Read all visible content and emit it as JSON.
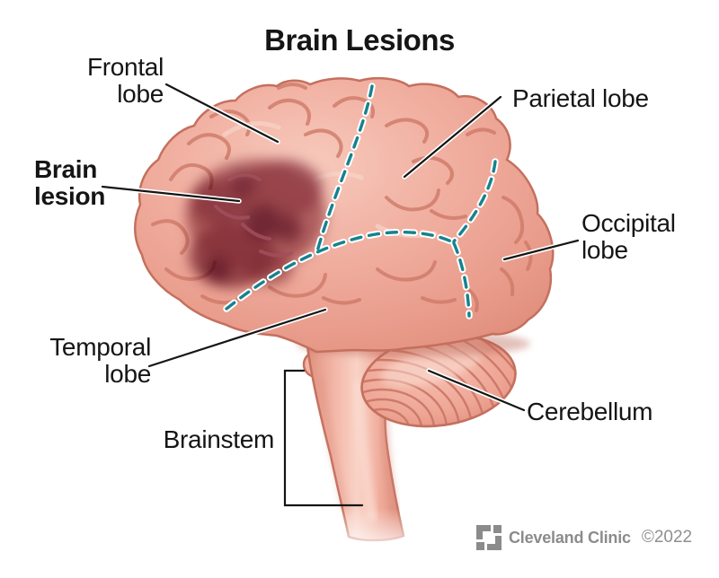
{
  "title": "Brain Lesions",
  "labels": {
    "frontal_lobe": "Frontal\nlobe",
    "brain_lesion": "Brain\nlesion",
    "parietal_lobe": "Parietal lobe",
    "occipital_lobe": "Occipital\nlobe",
    "temporal_lobe": "Temporal\nlobe",
    "brainstem": "Brainstem",
    "cerebellum": "Cerebellum"
  },
  "footer": {
    "logo_icon": "cleveland-clinic-logo-icon",
    "brand": "Cleveland Clinic",
    "copyright": "©2022"
  },
  "colors": {
    "brain_base": "#f0ad9e",
    "brain_highlight": "#f6c6b9",
    "brain_shade": "#d98b7a",
    "brain_outline": "#c4705e",
    "lesion_dark": "#6f2d47",
    "lesion_mid": "#94485c",
    "sulcus_dash_teal": "#15828e",
    "label_text": "#151515",
    "footer_gray": "#8b8b8b"
  }
}
